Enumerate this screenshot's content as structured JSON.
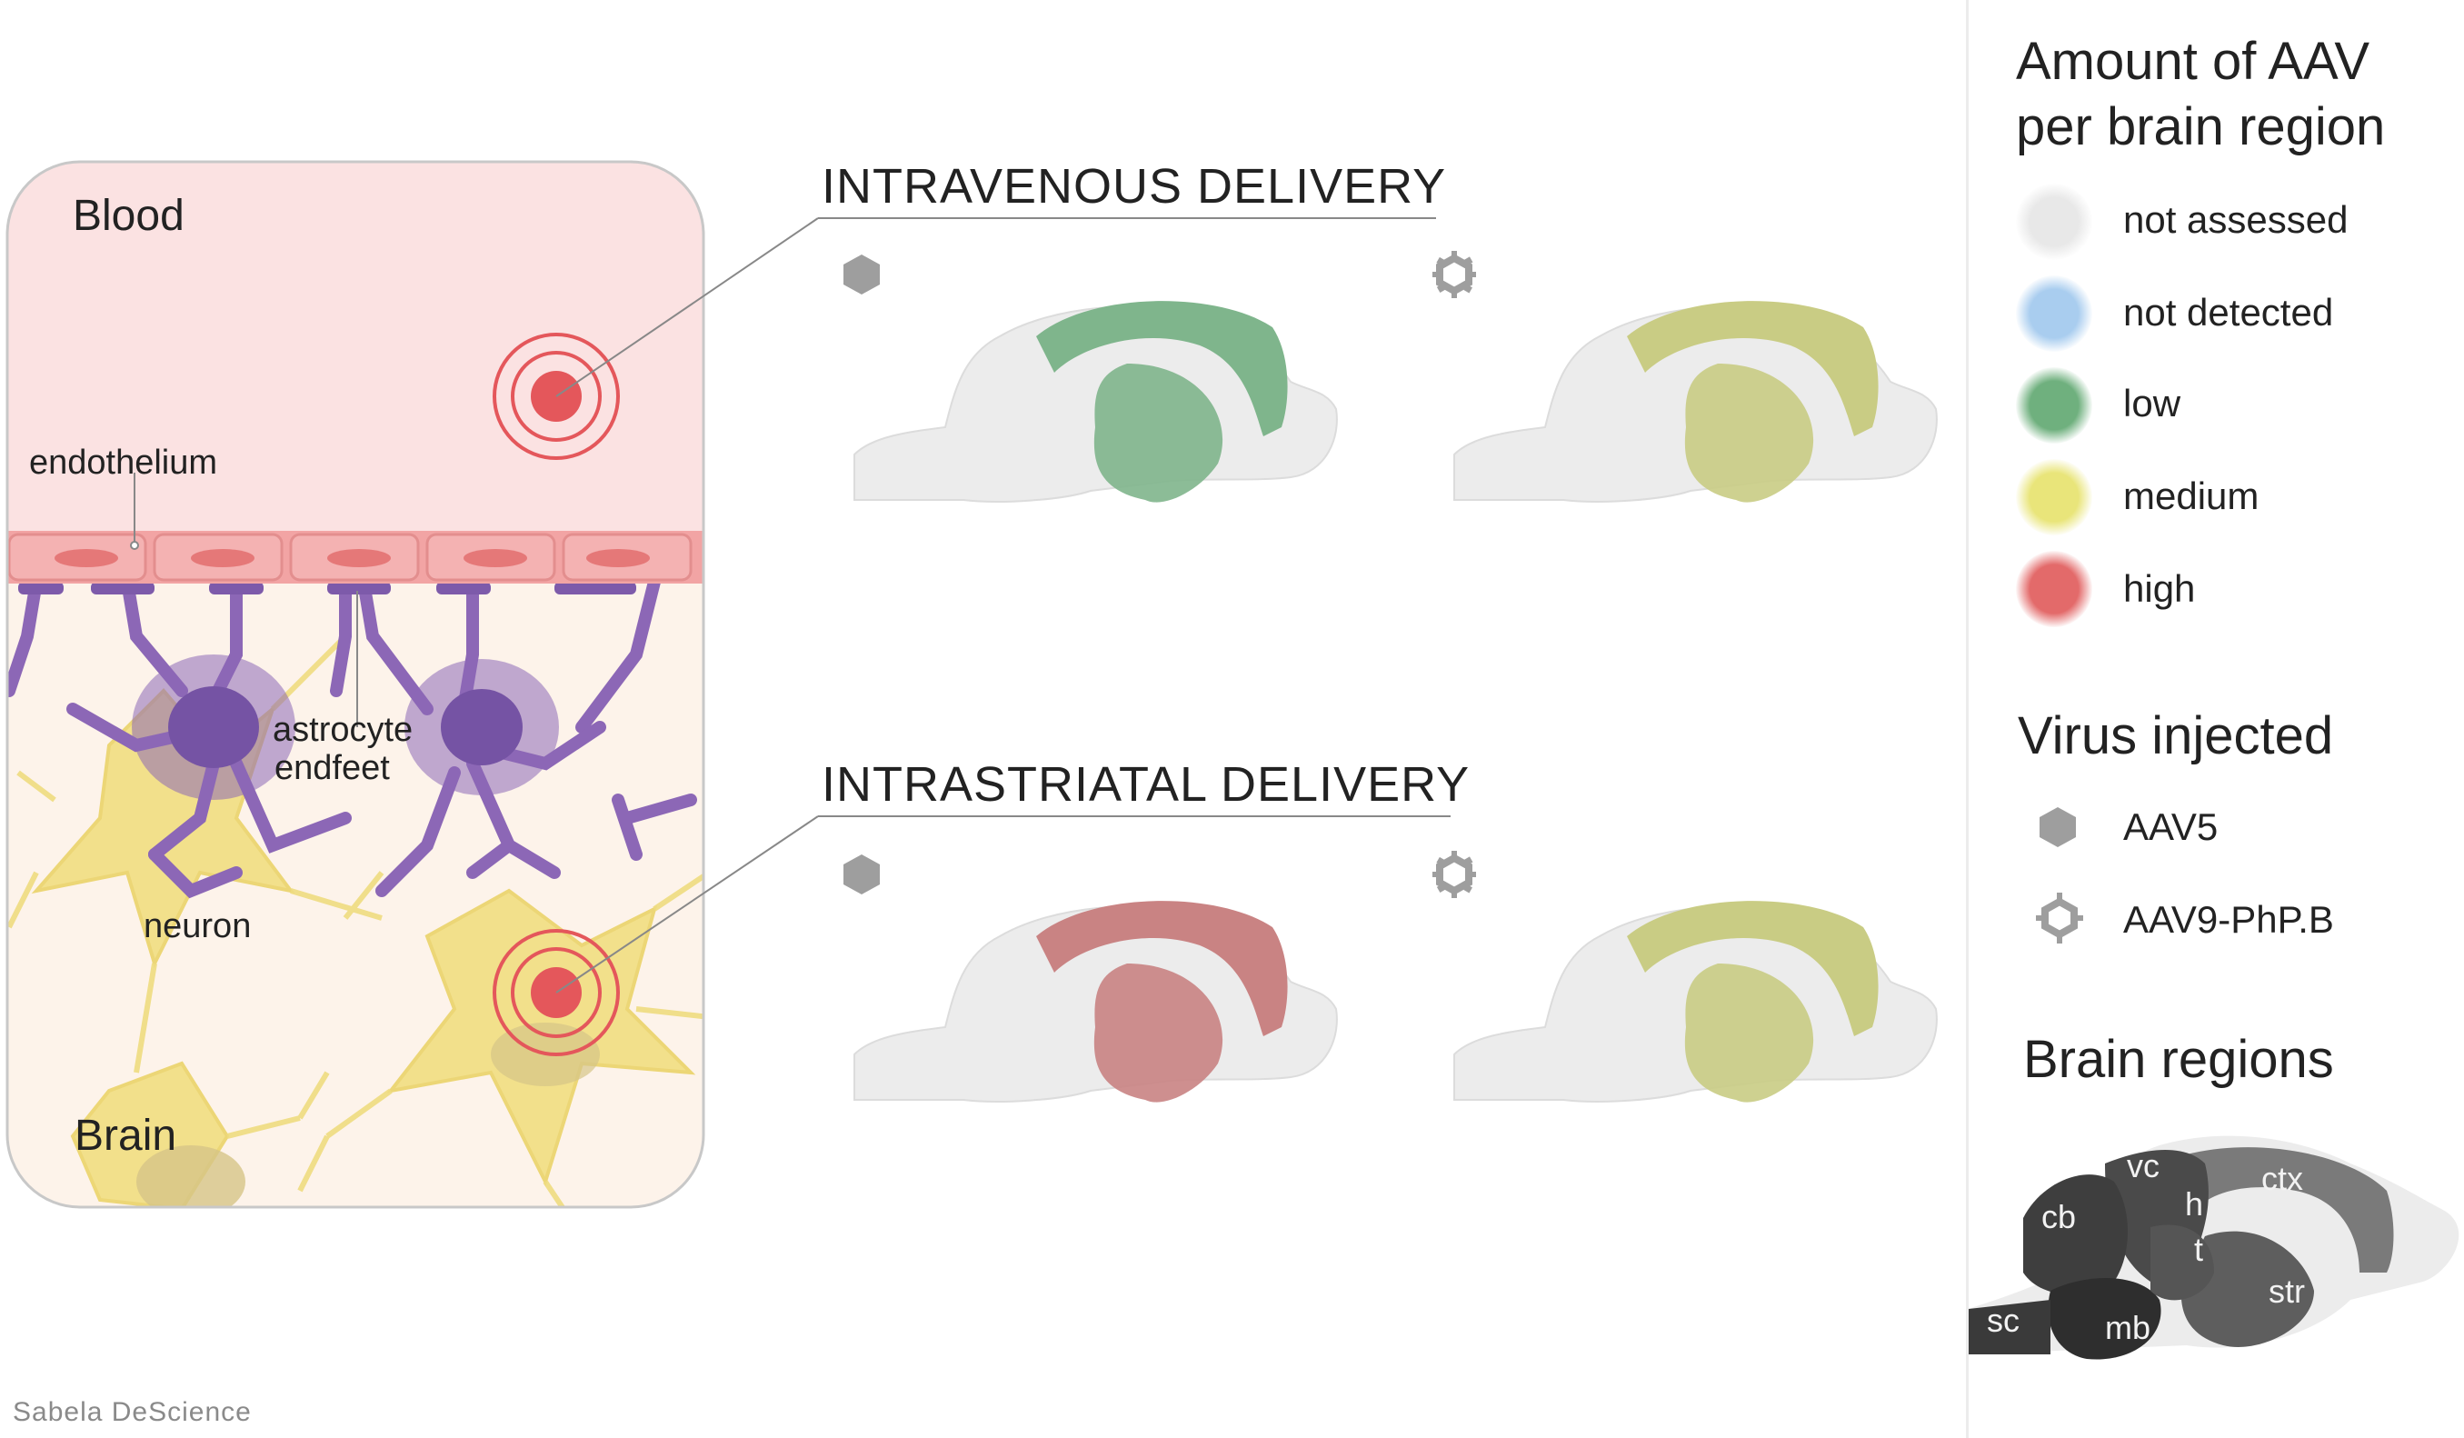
{
  "left_panel": {
    "blood_label": "Blood",
    "brain_label": "Brain",
    "endothelium_label": "endothelium",
    "astrocyte_label_line1": "astrocyte",
    "astrocyte_label_line2": "endfeet",
    "neuron_label": "neuron"
  },
  "sections": [
    {
      "title": "INTRAVENOUS DELIVERY",
      "aav5_level": "low",
      "aav9_level": "medium"
    },
    {
      "title": "INTRASTRIATAL DELIVERY",
      "aav5_level": "high",
      "aav9_level": "medium"
    }
  ],
  "legend": {
    "amount_title_line1": "Amount of AAV",
    "amount_title_line2": "per brain region",
    "levels": [
      {
        "label": "not assessed",
        "color": "#e8e8e8"
      },
      {
        "label": "not detected",
        "color": "#a9cdef"
      },
      {
        "label": "low",
        "color": "#6fb07e"
      },
      {
        "label": "medium",
        "color": "#e9e57a"
      },
      {
        "label": "high",
        "color": "#e36a6a"
      }
    ],
    "virus_title": "Virus injected",
    "viruses": [
      {
        "label": "AAV5",
        "icon": "hexagon-icon"
      },
      {
        "label": "AAV9-PhP.B",
        "icon": "gear-hexagon-icon"
      }
    ],
    "regions_title": "Brain regions",
    "regions": {
      "cb": "cb",
      "vc": "vc",
      "ctx": "ctx",
      "h": "h",
      "t": "t",
      "str": "str",
      "sc": "sc",
      "mb": "mb"
    }
  },
  "credit": "Sabela DeScience",
  "colors": {
    "low_fill": "#7fb58c",
    "medium_fill": "#c9cc84",
    "high_fill": "#c98383",
    "brain_base": "#ececec",
    "blood_bg": "#fbe3e3",
    "brain_bg": "#fdf3ea",
    "astrocyte": "#8c67b6",
    "neuron": "#f3e08a",
    "target_red": "#e4575b"
  }
}
